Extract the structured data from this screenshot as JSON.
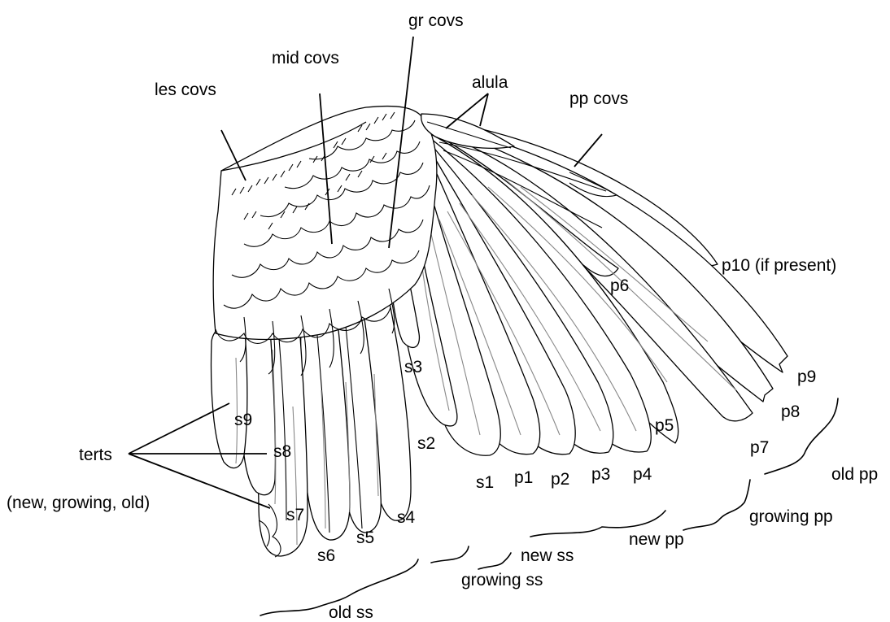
{
  "labels": {
    "les_covs": "les covs",
    "mid_covs": "mid covs",
    "gr_covs": "gr covs",
    "alula": "alula",
    "pp_covs": "pp covs",
    "p10": "p10 (if present)",
    "p6": "p6",
    "p9": "p9",
    "p8": "p8",
    "p7": "p7",
    "p5": "p5",
    "p4": "p4",
    "p3": "p3",
    "p2": "p2",
    "p1": "p1",
    "s1": "s1",
    "s2": "s2",
    "s3": "s3",
    "s4": "s4",
    "s5": "s5",
    "s6": "s6",
    "s7": "s7",
    "s8": "s8",
    "s9": "s9",
    "terts": "terts",
    "terts_note": "(new, growing, old)",
    "old_pp": "old pp",
    "growing_pp": "growing pp",
    "new_pp": "new pp",
    "new_ss": "new ss",
    "growing_ss": "growing ss",
    "old_ss": "old ss"
  }
}
